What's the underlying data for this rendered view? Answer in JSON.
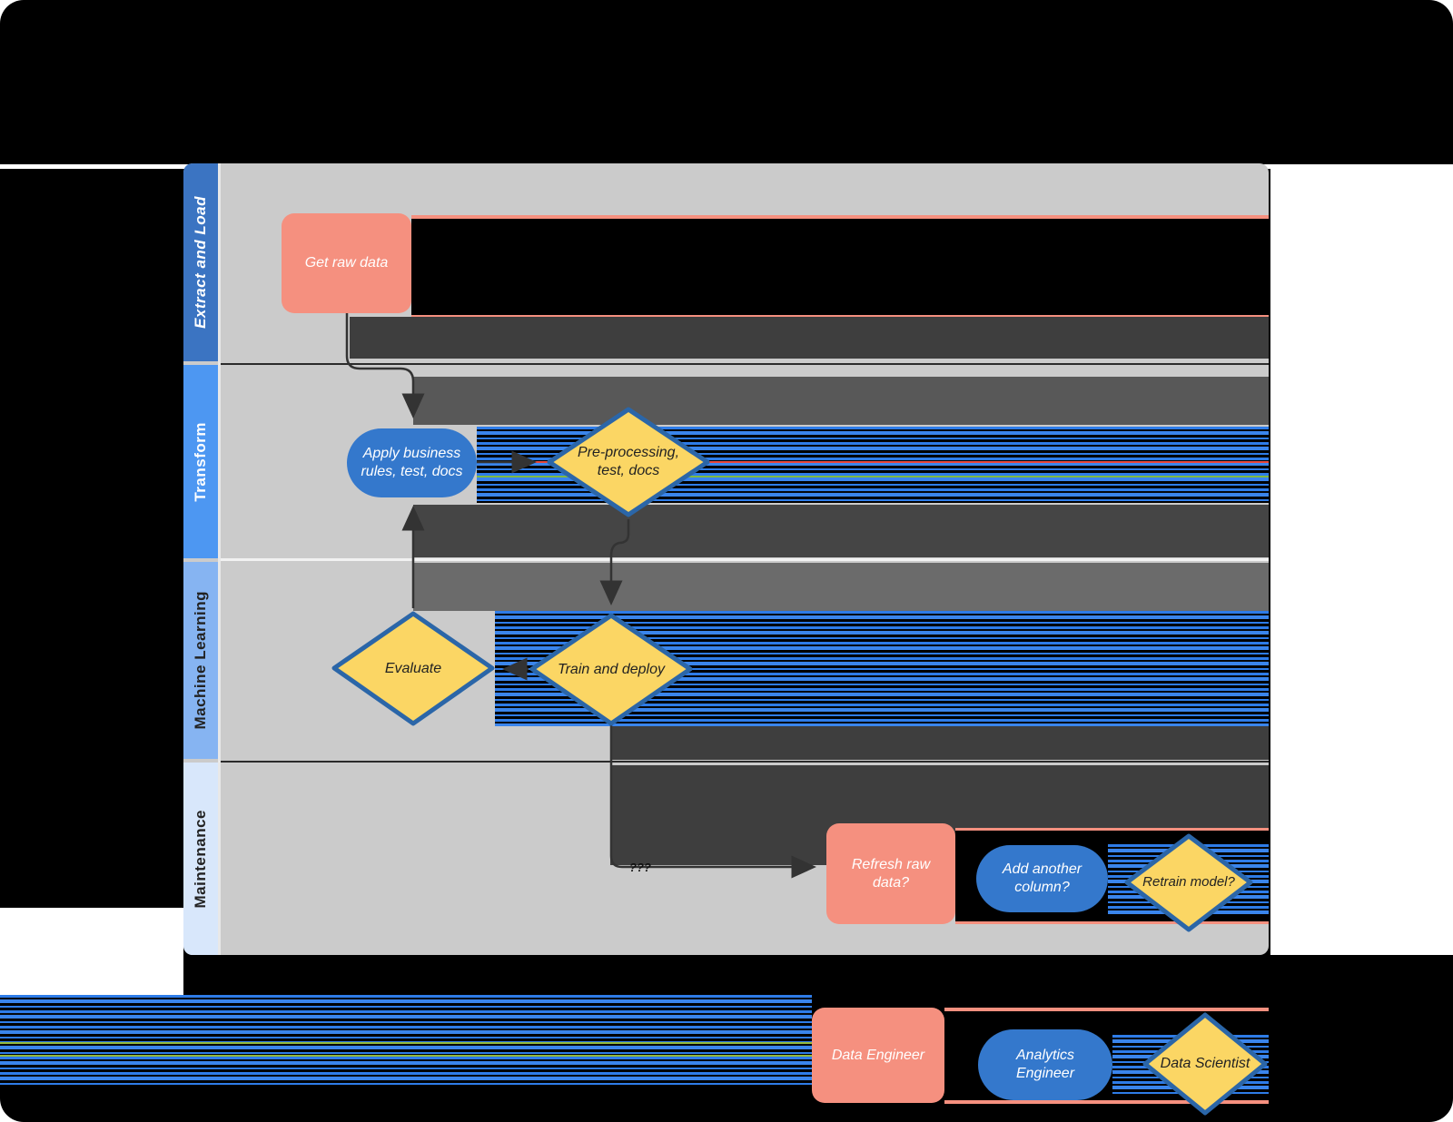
{
  "colors": {
    "page_bg": "#FFFFFF",
    "backdrop": "#000000",
    "canvas_bg": "#CBCBCB",
    "lane_extract": "#3B74C2",
    "lane_transform": "#4D97F2",
    "lane_machine_learning": "#86B4F2",
    "lane_maintenance": "#D8E7FB",
    "salmon_shape": "#F5907F",
    "blue_shape": "#3478CC",
    "yellow_shape": "#FBD664",
    "diamond_border": "#2B66A8",
    "arrow": "#333333",
    "glitch_stripe_blue": "#2E7CE8"
  },
  "lanes": [
    {
      "label": "Extract and Load"
    },
    {
      "label": "Transform"
    },
    {
      "label": "Machine Learning"
    },
    {
      "label": "Maintenance"
    }
  ],
  "nodes": {
    "get_raw_data": {
      "label": "Get raw data",
      "shape": "rounded-rectangle",
      "lane": "Extract and Load"
    },
    "apply_business_rules": {
      "label": "Apply business rules, test, docs",
      "shape": "stadium",
      "lane": "Transform"
    },
    "pre_processing": {
      "label": "Pre-processing, test, docs",
      "shape": "diamond",
      "lane": "Transform"
    },
    "evaluate": {
      "label": "Evaluate",
      "shape": "diamond",
      "lane": "Machine Learning"
    },
    "train_and_deploy": {
      "label": "Train and deploy",
      "shape": "diamond",
      "lane": "Machine Learning"
    },
    "refresh_raw_data": {
      "label": "Refresh raw data?",
      "shape": "rounded-rectangle",
      "lane": "Maintenance"
    },
    "add_another_column": {
      "label": "Add another column?",
      "shape": "stadium",
      "lane": "Maintenance"
    },
    "retrain_model": {
      "label": "Retrain model?",
      "shape": "diamond",
      "lane": "Maintenance"
    }
  },
  "edges": {
    "train_to_refresh_label": "???"
  },
  "legend": {
    "items": [
      {
        "label": "Data Engineer",
        "shape": "rounded-rectangle",
        "color": "#F5907F"
      },
      {
        "label": "Analytics Engineer",
        "shape": "stadium",
        "color": "#3478CC"
      },
      {
        "label": "Data Scientist",
        "shape": "diamond",
        "color": "#FBD664"
      }
    ]
  }
}
